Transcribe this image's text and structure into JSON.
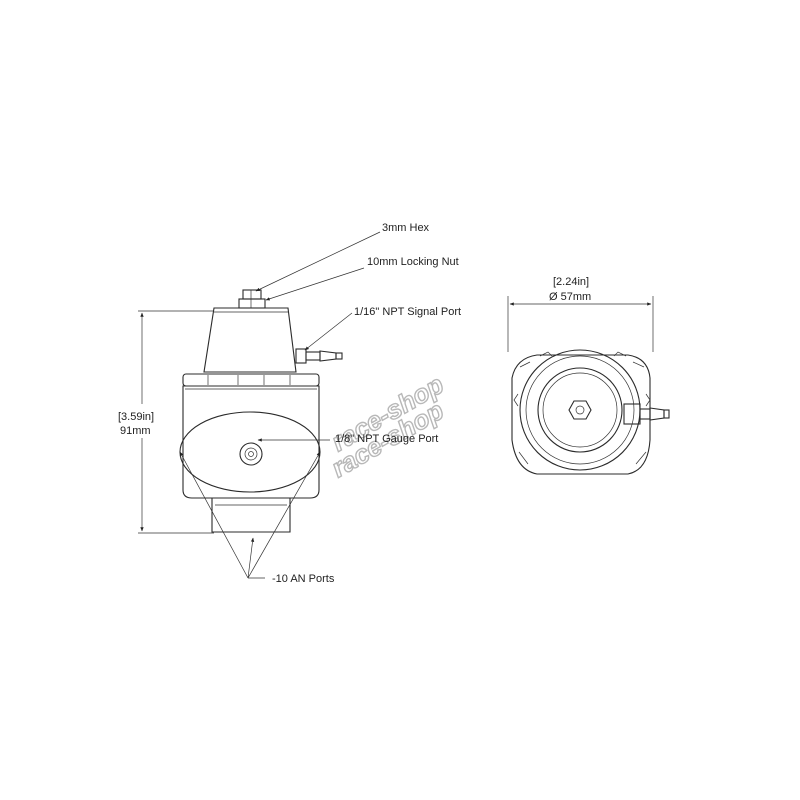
{
  "labels": {
    "hex": "3mm Hex",
    "locking_nut": "10mm Locking Nut",
    "signal_port": "1/16\" NPT Signal Port",
    "gauge_port": "1/8\" NPT Gauge Port",
    "an_ports": "-10 AN Ports"
  },
  "dimensions": {
    "height_in": "[3.59in]",
    "height_mm": "91mm",
    "diameter_in": "[2.24in]",
    "diameter_mm": "Ø 57mm"
  },
  "watermark": {
    "text": "race-shop"
  },
  "colors": {
    "line": "#2b2b2b",
    "watermark_outline": "#b8b8b8"
  }
}
